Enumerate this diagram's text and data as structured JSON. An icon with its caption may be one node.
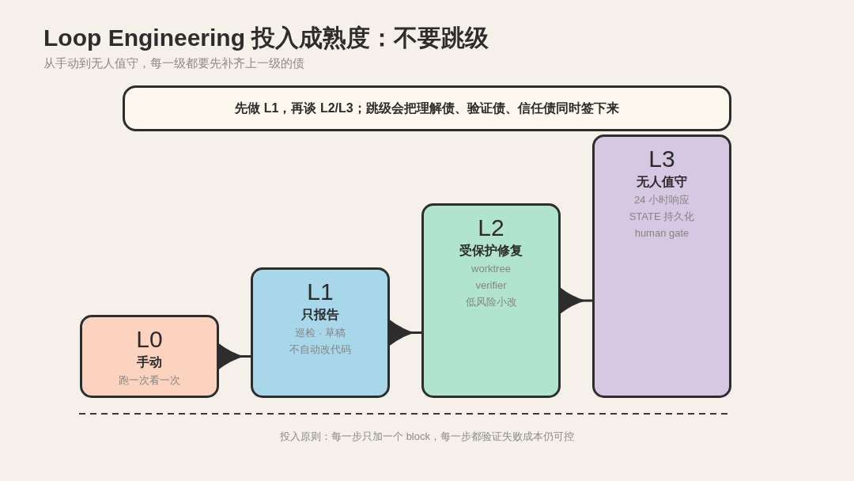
{
  "diagram": {
    "title": "Loop Engineering 投入成熟度：不要跳级",
    "nodes": [
      {
        "text": [
          "先做 L1，再谈 L2/L3；跳级会把理解债、验证债、信任债同时签下来"
        ]
      },
      {
        "text": [
          "L0",
          "手动",
          "跑一次看一次"
        ]
      },
      {
        "text": [
          "L1",
          "只报告",
          "巡检 · 草稿",
          "不自动改代码"
        ]
      },
      {
        "text": [
          "L2",
          "受保护修复",
          "worktree",
          "verifier",
          "低风险小改"
        ]
      },
      {
        "text": [
          "L3",
          "无人值守",
          "24 小时响应",
          "STATE 持久化",
          "human gate"
        ]
      }
    ],
    "edges": [
      {
        "from": 1,
        "to": 2,
        "arrow": "to"
      },
      {
        "from": 2,
        "to": 3,
        "arrow": "to"
      },
      {
        "from": 3,
        "to": 4,
        "arrow": "to"
      }
    ],
    "labels": [
      "从手动到无人值守，每一级都要先补齐上一级的债",
      "投入原则：每一步只加一个 block，每一步都验证失败成本仍可控"
    ]
  }
}
